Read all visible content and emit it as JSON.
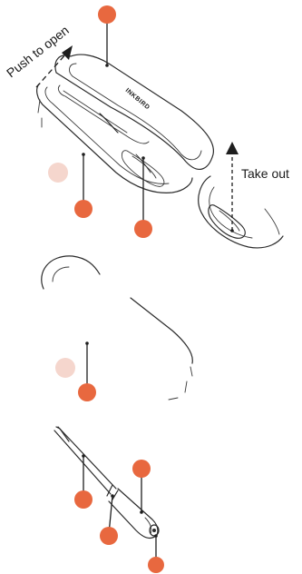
{
  "labels": {
    "push_to_open": "Push to open",
    "take_out": "Take out",
    "brand": "INKBIRD"
  },
  "colors": {
    "marker": "#e8683f",
    "marker_faded": "#f5d6cd",
    "line": "#2b2b2b"
  }
}
